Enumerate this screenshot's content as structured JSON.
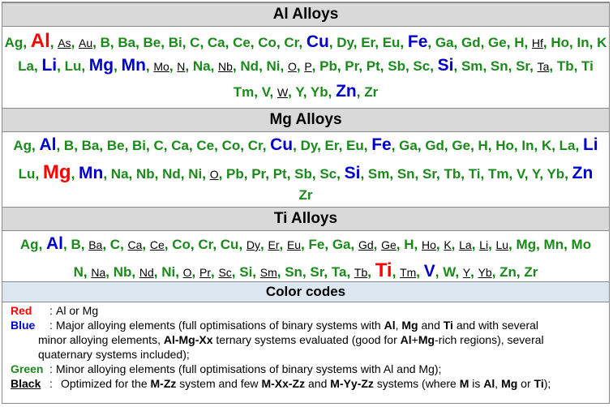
{
  "sections": [
    {
      "title": "Al Alloys",
      "lines": [
        [
          [
            "Ag",
            "green",
            ""
          ],
          [
            "Al",
            "red",
            "huge"
          ],
          [
            "As",
            "black",
            ""
          ],
          [
            "Au",
            "black",
            ""
          ],
          [
            "B",
            "green",
            ""
          ],
          [
            "Ba",
            "green",
            ""
          ],
          [
            "Be",
            "green",
            ""
          ],
          [
            "Bi",
            "green",
            ""
          ],
          [
            "C",
            "green",
            ""
          ],
          [
            "Ca",
            "green",
            ""
          ],
          [
            "Ce",
            "green",
            ""
          ],
          [
            "Co",
            "green",
            ""
          ],
          [
            "Cr",
            "green",
            ""
          ],
          [
            "Cu",
            "blue",
            "big"
          ],
          [
            "Dy",
            "green",
            ""
          ],
          [
            "Er",
            "green",
            ""
          ],
          [
            "Eu",
            "green",
            ""
          ],
          [
            "Fe",
            "blue",
            "big"
          ],
          [
            "Ga",
            "green",
            ""
          ],
          [
            "Gd",
            "green",
            ""
          ],
          [
            "Ge",
            "green",
            ""
          ],
          [
            "H",
            "green",
            ""
          ],
          [
            "Hf",
            "black",
            ""
          ],
          [
            "Ho",
            "green",
            ""
          ],
          [
            "In",
            "green",
            ""
          ],
          [
            "K",
            "green",
            ""
          ]
        ],
        [
          [
            "La",
            "green",
            ""
          ],
          [
            "Li",
            "blue",
            "big"
          ],
          [
            "Lu",
            "green",
            ""
          ],
          [
            "Mg",
            "blue",
            "big"
          ],
          [
            "Mn",
            "blue",
            "big"
          ],
          [
            "Mo",
            "black",
            ""
          ],
          [
            "N",
            "black",
            ""
          ],
          [
            "Na",
            "green",
            ""
          ],
          [
            "Nb",
            "black",
            ""
          ],
          [
            "Nd",
            "green",
            ""
          ],
          [
            "Ni",
            "green",
            ""
          ],
          [
            "O",
            "black",
            ""
          ],
          [
            "P",
            "black",
            ""
          ],
          [
            "Pb",
            "green",
            ""
          ],
          [
            "Pr",
            "green",
            ""
          ],
          [
            "Pt",
            "green",
            ""
          ],
          [
            "Sb",
            "green",
            ""
          ],
          [
            "Sc",
            "green",
            ""
          ],
          [
            "Si",
            "blue",
            "big"
          ],
          [
            "Sm",
            "green",
            ""
          ],
          [
            "Sn",
            "green",
            ""
          ],
          [
            "Sr",
            "green",
            ""
          ],
          [
            "Ta",
            "black",
            ""
          ],
          [
            "Tb",
            "green",
            ""
          ],
          [
            "Ti",
            "green",
            ""
          ]
        ],
        [
          [
            "Tm",
            "green",
            ""
          ],
          [
            "V",
            "green",
            ""
          ],
          [
            "W",
            "black",
            ""
          ],
          [
            "Y",
            "green",
            ""
          ],
          [
            "Yb",
            "green",
            ""
          ],
          [
            "Zn",
            "blue",
            "big"
          ],
          [
            "Zr",
            "green",
            ""
          ]
        ]
      ]
    },
    {
      "title": "Mg Alloys",
      "lines": [
        [
          [
            "Ag",
            "green",
            ""
          ],
          [
            "Al",
            "blue",
            "big"
          ],
          [
            "B",
            "green",
            ""
          ],
          [
            "Ba",
            "green",
            ""
          ],
          [
            "Be",
            "green",
            ""
          ],
          [
            "Bi",
            "green",
            ""
          ],
          [
            "C",
            "green",
            ""
          ],
          [
            "Ca",
            "green",
            ""
          ],
          [
            "Ce",
            "green",
            ""
          ],
          [
            "Co",
            "green",
            ""
          ],
          [
            "Cr",
            "green",
            ""
          ],
          [
            "Cu",
            "blue",
            "big"
          ],
          [
            "Dy",
            "green",
            ""
          ],
          [
            "Er",
            "green",
            ""
          ],
          [
            "Eu",
            "green",
            ""
          ],
          [
            "Fe",
            "blue",
            "big"
          ],
          [
            "Ga",
            "green",
            ""
          ],
          [
            "Gd",
            "green",
            ""
          ],
          [
            "Ge",
            "green",
            ""
          ],
          [
            "H",
            "green",
            ""
          ],
          [
            "Ho",
            "green",
            ""
          ],
          [
            "In",
            "green",
            ""
          ],
          [
            "K",
            "green",
            ""
          ],
          [
            "La",
            "green",
            ""
          ],
          [
            "Li",
            "blue",
            "big"
          ]
        ],
        [
          [
            "Lu",
            "green",
            ""
          ],
          [
            "Mg",
            "red",
            "huge"
          ],
          [
            "Mn",
            "blue",
            "big"
          ],
          [
            "Na",
            "green",
            ""
          ],
          [
            "Nb",
            "green",
            ""
          ],
          [
            "Nd",
            "green",
            ""
          ],
          [
            "Ni",
            "green",
            ""
          ],
          [
            "O",
            "black",
            ""
          ],
          [
            "Pb",
            "green",
            ""
          ],
          [
            "Pr",
            "green",
            ""
          ],
          [
            "Pt",
            "green",
            ""
          ],
          [
            "Sb",
            "green",
            ""
          ],
          [
            "Sc",
            "green",
            ""
          ],
          [
            "Si",
            "blue",
            "big"
          ],
          [
            "Sm",
            "green",
            ""
          ],
          [
            "Sn",
            "green",
            ""
          ],
          [
            "Sr",
            "green",
            ""
          ],
          [
            "Tb",
            "green",
            ""
          ],
          [
            "Ti",
            "green",
            ""
          ],
          [
            "Tm",
            "green",
            ""
          ],
          [
            "V",
            "green",
            ""
          ],
          [
            "Y",
            "green",
            ""
          ],
          [
            "Yb",
            "green",
            ""
          ],
          [
            "Zn",
            "blue",
            "big"
          ]
        ],
        [
          [
            "Zr",
            "green",
            ""
          ]
        ]
      ]
    },
    {
      "title": "Ti Alloys",
      "lines": [
        [
          [
            "Ag",
            "green",
            ""
          ],
          [
            "Al",
            "blue",
            "big"
          ],
          [
            "B",
            "green",
            ""
          ],
          [
            "Ba",
            "black",
            ""
          ],
          [
            "C",
            "green",
            ""
          ],
          [
            "Ca",
            "black",
            ""
          ],
          [
            "Ce",
            "black",
            ""
          ],
          [
            "Co",
            "green",
            ""
          ],
          [
            "Cr",
            "green",
            ""
          ],
          [
            "Cu",
            "green",
            ""
          ],
          [
            "Dy",
            "black",
            ""
          ],
          [
            "Er",
            "black",
            ""
          ],
          [
            "Eu",
            "black",
            ""
          ],
          [
            "Fe",
            "green",
            ""
          ],
          [
            "Ga",
            "green",
            ""
          ],
          [
            "Gd",
            "black",
            ""
          ],
          [
            "Ge",
            "black",
            ""
          ],
          [
            "H",
            "green",
            ""
          ],
          [
            "Ho",
            "black",
            ""
          ],
          [
            "K",
            "black",
            ""
          ],
          [
            "La",
            "black",
            ""
          ],
          [
            "Li",
            "black",
            ""
          ],
          [
            "Lu",
            "black",
            ""
          ],
          [
            "Mg",
            "green",
            ""
          ],
          [
            "Mn",
            "green",
            ""
          ],
          [
            "Mo",
            "green",
            ""
          ]
        ],
        [
          [
            "N",
            "green",
            ""
          ],
          [
            "Na",
            "black",
            ""
          ],
          [
            "Nb",
            "green",
            ""
          ],
          [
            "Nd",
            "black",
            ""
          ],
          [
            "Ni",
            "green",
            ""
          ],
          [
            "O",
            "black",
            ""
          ],
          [
            "Pr",
            "black",
            ""
          ],
          [
            "Sc",
            "black",
            ""
          ],
          [
            "Si",
            "green",
            ""
          ],
          [
            "Sm",
            "black",
            ""
          ],
          [
            "Sn",
            "green",
            ""
          ],
          [
            "Sr",
            "green",
            ""
          ],
          [
            "Ta",
            "green",
            ""
          ],
          [
            "Tb",
            "black",
            ""
          ],
          [
            "Ti",
            "red",
            "huge"
          ],
          [
            "Tm",
            "black",
            ""
          ],
          [
            "V",
            "blue",
            "big"
          ],
          [
            "W",
            "green",
            ""
          ],
          [
            "Y",
            "black",
            ""
          ],
          [
            "Yb",
            "black",
            ""
          ],
          [
            "Zn",
            "green",
            ""
          ],
          [
            "Zr",
            "green",
            ""
          ]
        ]
      ]
    }
  ],
  "legend": {
    "title": "Color codes",
    "items": [
      {
        "key": "Red",
        "sep": ":",
        "color": "#ff0000",
        "text_lines": [
          "Al or Mg"
        ]
      },
      {
        "key": "Blue",
        "sep": ":",
        "color": "#0000cc",
        "text_lines": [
          "Major alloying elements (full optimisations of binary systems with Al, Mg and Ti and with several",
          "minor alloying elements, Al-Mg-Xx ternary systems evaluated (good for Al+Mg-rich regions), several",
          "quaternary systems included);"
        ]
      },
      {
        "key": "Green",
        "sep": ":",
        "color": "#1b8a1b",
        "text_lines": [
          "Minor alloying elements (full optimisations of binary systems with Al and Mg);"
        ]
      },
      {
        "key": "Black",
        "sep": ":",
        "color": "#000000",
        "text_lines": [
          "Optimized for the M-Zz system and few M-Xx-Zz and M-Yy-Zz systems (where M is Al, Mg or Ti);"
        ]
      }
    ]
  },
  "colors": {
    "red": "#ff0000",
    "blue": "#0000cc",
    "green": "#1b8a1b",
    "black": "#000000",
    "header_gray": "#d9d9d9",
    "header_blue": "#dce6f1"
  }
}
